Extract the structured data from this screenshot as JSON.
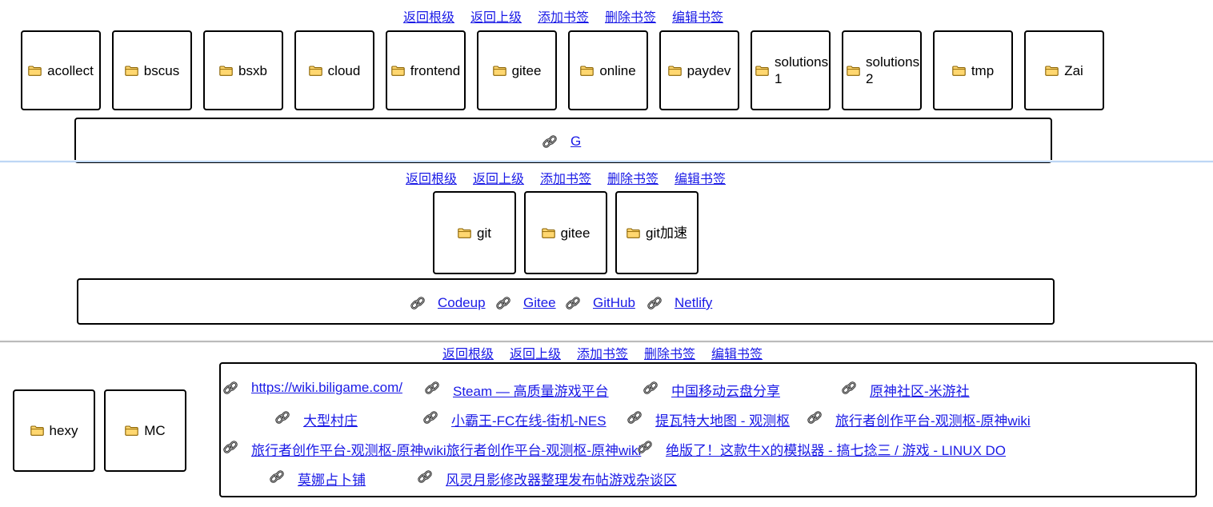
{
  "nav": {
    "back_root": "返回根级",
    "back_up": "返回上级",
    "add": "添加书签",
    "delete": "删除书签",
    "edit": "编辑书签"
  },
  "panel1": {
    "folders": [
      "acollect",
      "bscus",
      "bsxb",
      "cloud",
      "frontend",
      "gitee",
      "online",
      "paydev",
      "solutions 1",
      "solutions 2",
      "tmp",
      "Zai"
    ],
    "links": [
      "G"
    ]
  },
  "panel2": {
    "folders": [
      "git",
      "gitee",
      "git加速"
    ],
    "links": [
      "Codeup",
      "Gitee",
      "GitHub",
      "Netlify"
    ]
  },
  "panel3": {
    "folders": [
      "hexy",
      "MC"
    ],
    "links": [
      "https://wiki.biligame.com/",
      "Steam — 高质量游戏平台",
      "中国移动云盘分享",
      "原神社区-米游社",
      "大型村庄",
      "小霸王-FC在线-街机-NES",
      "提瓦特大地图 - 观测枢",
      "旅行者创作平台-观测枢-原神wiki",
      "旅行者创作平台-观测枢-原神wiki旅行者创作平台-观测枢-原神wiki",
      "绝版了！这款牛X的模拟器 - 搞七捻三 / 游戏 - LINUX DO",
      "莫娜占卜铺",
      "风灵月影修改器整理发布帖游戏杂谈区"
    ]
  },
  "icons": {
    "folder": "folder-icon",
    "link": "link-icon"
  },
  "colors": {
    "link": "#1a1ae6",
    "folder_fill": "#ffd770",
    "folder_stroke": "#9a6b00"
  }
}
